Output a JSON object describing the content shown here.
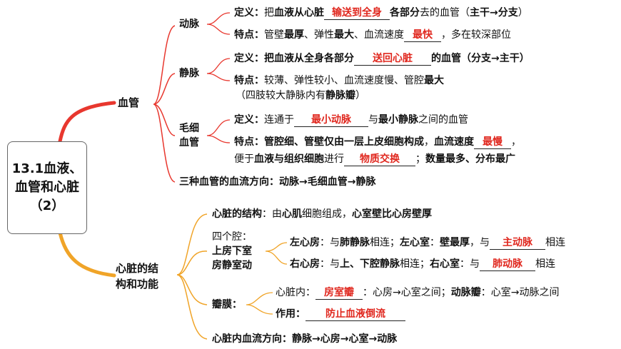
{
  "root": "13.1血液、血管和心脏（2）",
  "blood_vessels": {
    "label": "血管",
    "artery": {
      "label": "动脉",
      "def_label": "定义：",
      "def_pre": "把",
      "def_bold": "血液从心脏",
      "def_blank": "输送到全身",
      "def_post_bold": "各部分",
      "def_post": "去的血管（",
      "def_end_bold": "主干→分支",
      "def_end": "）",
      "feat_label": "特点：",
      "feat_pre": "管壁",
      "feat_b1": "最厚",
      "feat_mid1": "、弹性",
      "feat_b2": "最大",
      "feat_mid2": "、血流速度",
      "feat_blank": "最快",
      "feat_post": "，多在较深部位"
    },
    "vein": {
      "label": "静脉",
      "def_label": "定义：",
      "def_pre": "把血液从全身各部分",
      "def_blank": "送回心脏",
      "def_post": "的血管（分支→主干）",
      "feat_label": "特点：",
      "feat_text": "较薄、弹性较小、血流速度慢、管腔",
      "feat_bold": "最大",
      "note_pre": "（四肢较大静脉内有",
      "note_bold": "静脉瓣",
      "note_post": "）"
    },
    "capillary": {
      "label_line1": "毛细",
      "label_line2": "血管",
      "def_label": "定义：",
      "def_pre": "连通于",
      "def_blank": "最小动脉",
      "def_mid": "与",
      "def_bold": "最小静脉",
      "def_post": "之间的血管",
      "feat_label": "特点：",
      "feat_b1": "管腔细、管壁仅由一层上皮细胞构成",
      "feat_mid": "，",
      "feat_b2": "血流速度",
      "feat_blank": "最慢",
      "feat_end": "，",
      "feat2_pre": "便于",
      "feat2_bold": "血液与组织细胞",
      "feat2_mid": "进行",
      "feat2_blank": "物质交换",
      "feat2_post": "；",
      "feat2_end_bold": "数量最多、分布最广"
    },
    "flow": "三种血管的血流方向：动脉→毛细血管→静脉"
  },
  "heart": {
    "label_line1": "心脏的结",
    "label_line2": "构和功能",
    "structure_label": "心脏的结构",
    "structure_pre": "：由",
    "structure_bold1": "心肌",
    "structure_mid": "细胞组成，",
    "structure_bold2": "心室壁比心房壁厚",
    "chambers": {
      "line1": "四个腔：",
      "line2": "上房下室",
      "line3": "房静室动",
      "left_atrium_label": "左心房",
      "left_atrium_pre": "：与",
      "left_atrium_bold": "肺静脉",
      "left_atrium_post": "相连；",
      "left_ventricle_label": "左心室",
      "left_ventricle_mid": "：",
      "left_ventricle_bold": "壁最厚",
      "left_ventricle_pre2": "，与",
      "left_ventricle_blank": "主动脉",
      "left_ventricle_post": "相连",
      "right_atrium_label": "右心房",
      "right_atrium_pre": "：与",
      "right_atrium_bold": "上、下腔静脉",
      "right_atrium_post": "相连；",
      "right_ventricle_label": "右心室",
      "right_ventricle_pre": "：与",
      "right_ventricle_blank": "肺动脉",
      "right_ventricle_post": "相连"
    },
    "valves": {
      "label": "瓣膜：",
      "inner_pre": "心脏内：",
      "inner_blank": "房室瓣",
      "inner_mid": "：心房→心室之间；",
      "inner_bold": "动脉瓣",
      "inner_post": "：心室→动脉之间",
      "func_label": "作用：",
      "func_blank": "防止血液倒流"
    },
    "flow": "心脏内血流方向：静脉→心房→心室→动脉"
  },
  "colors": {
    "branch_red": "#e8372e",
    "branch_orange": "#f0a428",
    "answer_red": "#e0271e"
  }
}
